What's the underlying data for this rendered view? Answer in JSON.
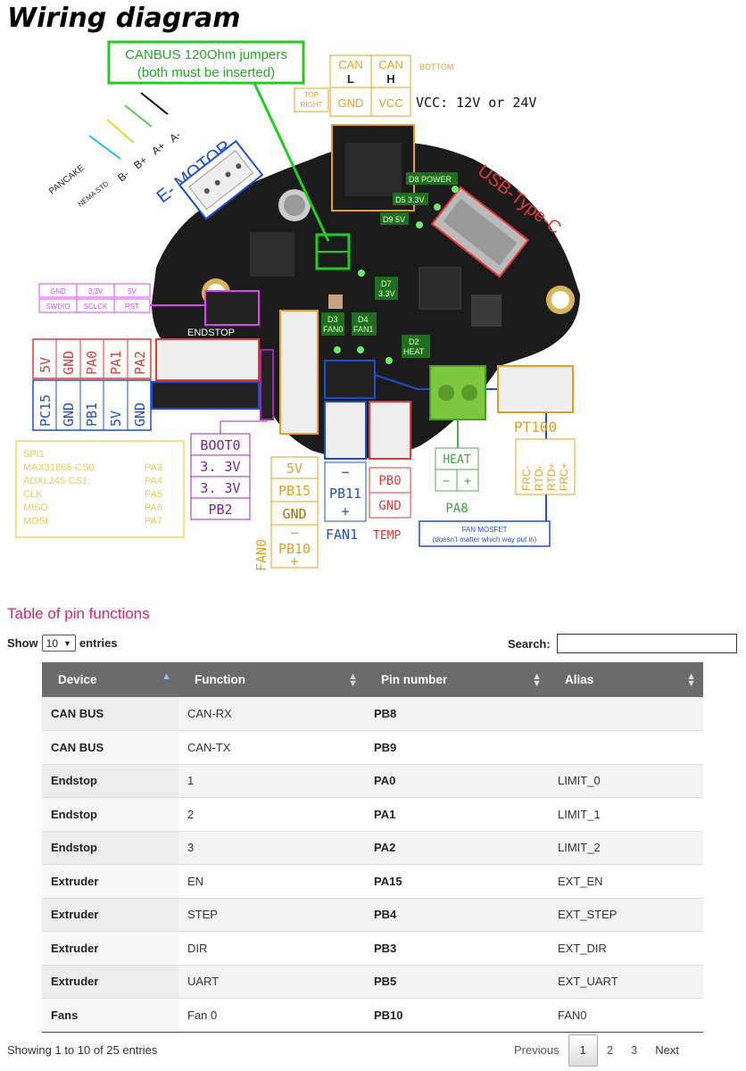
{
  "diagram": {
    "title": "Wiring diagram",
    "canbus_note_1": "CANBUS 120Ohm jumpers",
    "canbus_note_2": "(both must be inserted)",
    "can_l_1": "CAN",
    "can_l_2": "L",
    "can_h_1": "CAN",
    "can_h_2": "H",
    "bottom": "BOTTOM",
    "top_right_1": "TOP",
    "top_right_2": "RIGHT",
    "gnd": "GND",
    "vcc": "VCC",
    "vcc_note": "VCC: 12V or 24V",
    "pancake": "PANCAKE",
    "nema_std": "NEMA STD",
    "wire_labels": [
      "B-",
      "B+",
      "A+",
      "A-"
    ],
    "motor": "E- MOTOR",
    "usb": "USB-Type-C",
    "led_power": "D8 POWER",
    "led_33": "D5 3.3V",
    "led_5v": "D9 5V",
    "led_d7_1": "D7",
    "led_d7_2": "3.3V",
    "led_d3_1": "D3",
    "led_d3_2": "FAN0",
    "led_d4_1": "D4",
    "led_d4_2": "FAN1",
    "led_d2_1": "D2",
    "led_d2_2": "HEAT",
    "swd_top": [
      "GND",
      "3.3V",
      "5V"
    ],
    "swd_bottom": [
      "SWDIO",
      "SCLCK",
      "RST"
    ],
    "endstop": "ENDSTOP",
    "endstop_top": [
      "5V",
      "GND",
      "PA0",
      "PA1",
      "PA2"
    ],
    "endstop_bottom": [
      "PC15",
      "GND",
      "PB1",
      "5V",
      "GND"
    ],
    "spi_lines": [
      [
        "SPI1",
        ""
      ],
      [
        "MAX31865-CS0:",
        "PA3"
      ],
      [
        "ADXL345-CS1:",
        "PA4"
      ],
      [
        "CLK",
        "PA5"
      ],
      [
        "MISO",
        "PA6"
      ],
      [
        "MOSI",
        "PA7"
      ]
    ],
    "boot": [
      "BOOT0",
      "3. 3V",
      "3. 3V",
      "PB2"
    ],
    "fan0_pins": [
      "5V",
      "PB15",
      "GND",
      "PB10"
    ],
    "fan0_minus": "−",
    "fan0_plus": "+",
    "fan0": "FAN0",
    "fan1_minus": "−",
    "fan1_pin": "PB11",
    "fan1_plus": "+",
    "fan1": "FAN1",
    "temp_pins": [
      "PB0",
      "GND"
    ],
    "temp": "TEMP",
    "heat": "HEAT",
    "heat_minus": "−",
    "heat_plus": "+",
    "pa8": "PA8",
    "pt100": "PT100",
    "pt100_pins": [
      "FRC-",
      "RTD-",
      "RTD+",
      "FRC+"
    ],
    "fan_mosfet_1": "FAN MOSFET",
    "fan_mosfet_2": "(doesn't matter which way put in)"
  },
  "section_title": "Table of pin functions",
  "length": {
    "show": "Show",
    "value": "10",
    "entries": "entries"
  },
  "search": {
    "label": "Search:",
    "value": "",
    "placeholder": ""
  },
  "table": {
    "headers": [
      "Device",
      "Function",
      "Pin number",
      "Alias"
    ],
    "rows": [
      [
        "CAN BUS",
        "CAN-RX",
        "PB8",
        ""
      ],
      [
        "CAN BUS",
        "CAN-TX",
        "PB9",
        ""
      ],
      [
        "Endstop",
        "1",
        "PA0",
        "LIMIT_0"
      ],
      [
        "Endstop",
        "2",
        "PA1",
        "LIMIT_1"
      ],
      [
        "Endstop",
        "3",
        "PA2",
        "LIMIT_2"
      ],
      [
        "Extruder",
        "EN",
        "PA15",
        "EXT_EN"
      ],
      [
        "Extruder",
        "STEP",
        "PB4",
        "EXT_STEP"
      ],
      [
        "Extruder",
        "DIR",
        "PB3",
        "EXT_DIR"
      ],
      [
        "Extruder",
        "UART",
        "PB5",
        "EXT_UART"
      ],
      [
        "Fans",
        "Fan 0",
        "PB10",
        "FAN0"
      ]
    ]
  },
  "info": "Showing 1 to 10 of 25 entries",
  "pager": {
    "previous": "Previous",
    "pages": [
      "1",
      "2",
      "3"
    ],
    "next": "Next"
  }
}
